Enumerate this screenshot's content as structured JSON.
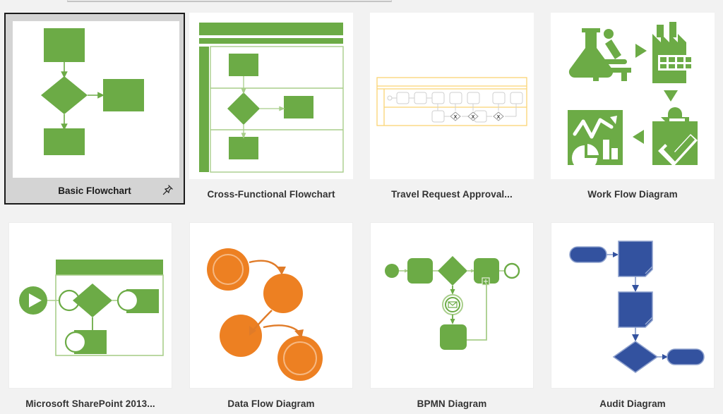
{
  "window": {
    "background": "#f2f2f2",
    "search_box_edge_visible": true
  },
  "palette": {
    "green": "#6cab46",
    "green_light": "#a8ce8a",
    "green_pale": "#dcebcd",
    "orange": "#ed8022",
    "orange_light": "#f3a463",
    "blue": "#33529f",
    "blue_light": "#8fa2ce",
    "yellow": "#fbd474",
    "yellow_light": "#fde9b6",
    "gray_stroke": "#c9c9c9",
    "selected_border": "#1b1b1b",
    "selected_fill": "#d4d4d4",
    "text": "#333333"
  },
  "gallery": {
    "selected_index": 0,
    "templates": [
      {
        "label": "Basic Flowchart",
        "thumb": "basic-flowchart-thumb",
        "selected": true,
        "pinned_icon": "pin-icon",
        "accent": "#6cab46"
      },
      {
        "label": "Cross-Functional Flowchart",
        "thumb": "cross-functional-flowchart-thumb",
        "selected": false,
        "accent": "#6cab46"
      },
      {
        "label": "Travel Request Approval...",
        "thumb": "travel-request-approval-thumb",
        "selected": false,
        "accent": "#fbd474"
      },
      {
        "label": "Work Flow Diagram",
        "thumb": "work-flow-diagram-thumb",
        "selected": false,
        "accent": "#6cab46"
      },
      {
        "label": "Microsoft SharePoint 2013...",
        "thumb": "sharepoint-2013-workflow-thumb",
        "selected": false,
        "accent": "#6cab46"
      },
      {
        "label": "Data Flow Diagram",
        "thumb": "data-flow-diagram-thumb",
        "selected": false,
        "accent": "#ed8022"
      },
      {
        "label": "BPMN Diagram",
        "thumb": "bpmn-diagram-thumb",
        "selected": false,
        "accent": "#6cab46"
      },
      {
        "label": "Audit Diagram",
        "thumb": "audit-diagram-thumb",
        "selected": false,
        "accent": "#33529f"
      }
    ]
  }
}
